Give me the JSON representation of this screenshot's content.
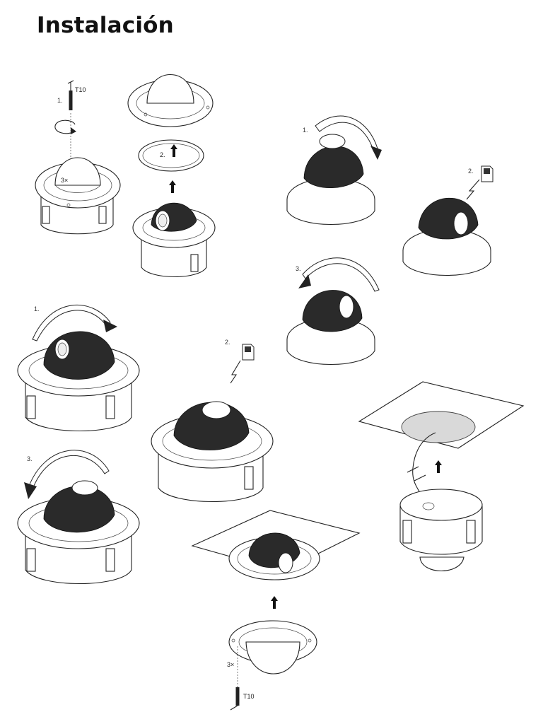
{
  "header": {
    "title": "Instalación"
  },
  "labels": {
    "tool_t10": "T10",
    "screws_3x": "3×",
    "step_1": "1.",
    "step_2": "2.",
    "step_3": "3."
  },
  "colors": {
    "ink": "#222222",
    "background": "#ffffff",
    "ceiling_hole": "#d9d9d9"
  }
}
